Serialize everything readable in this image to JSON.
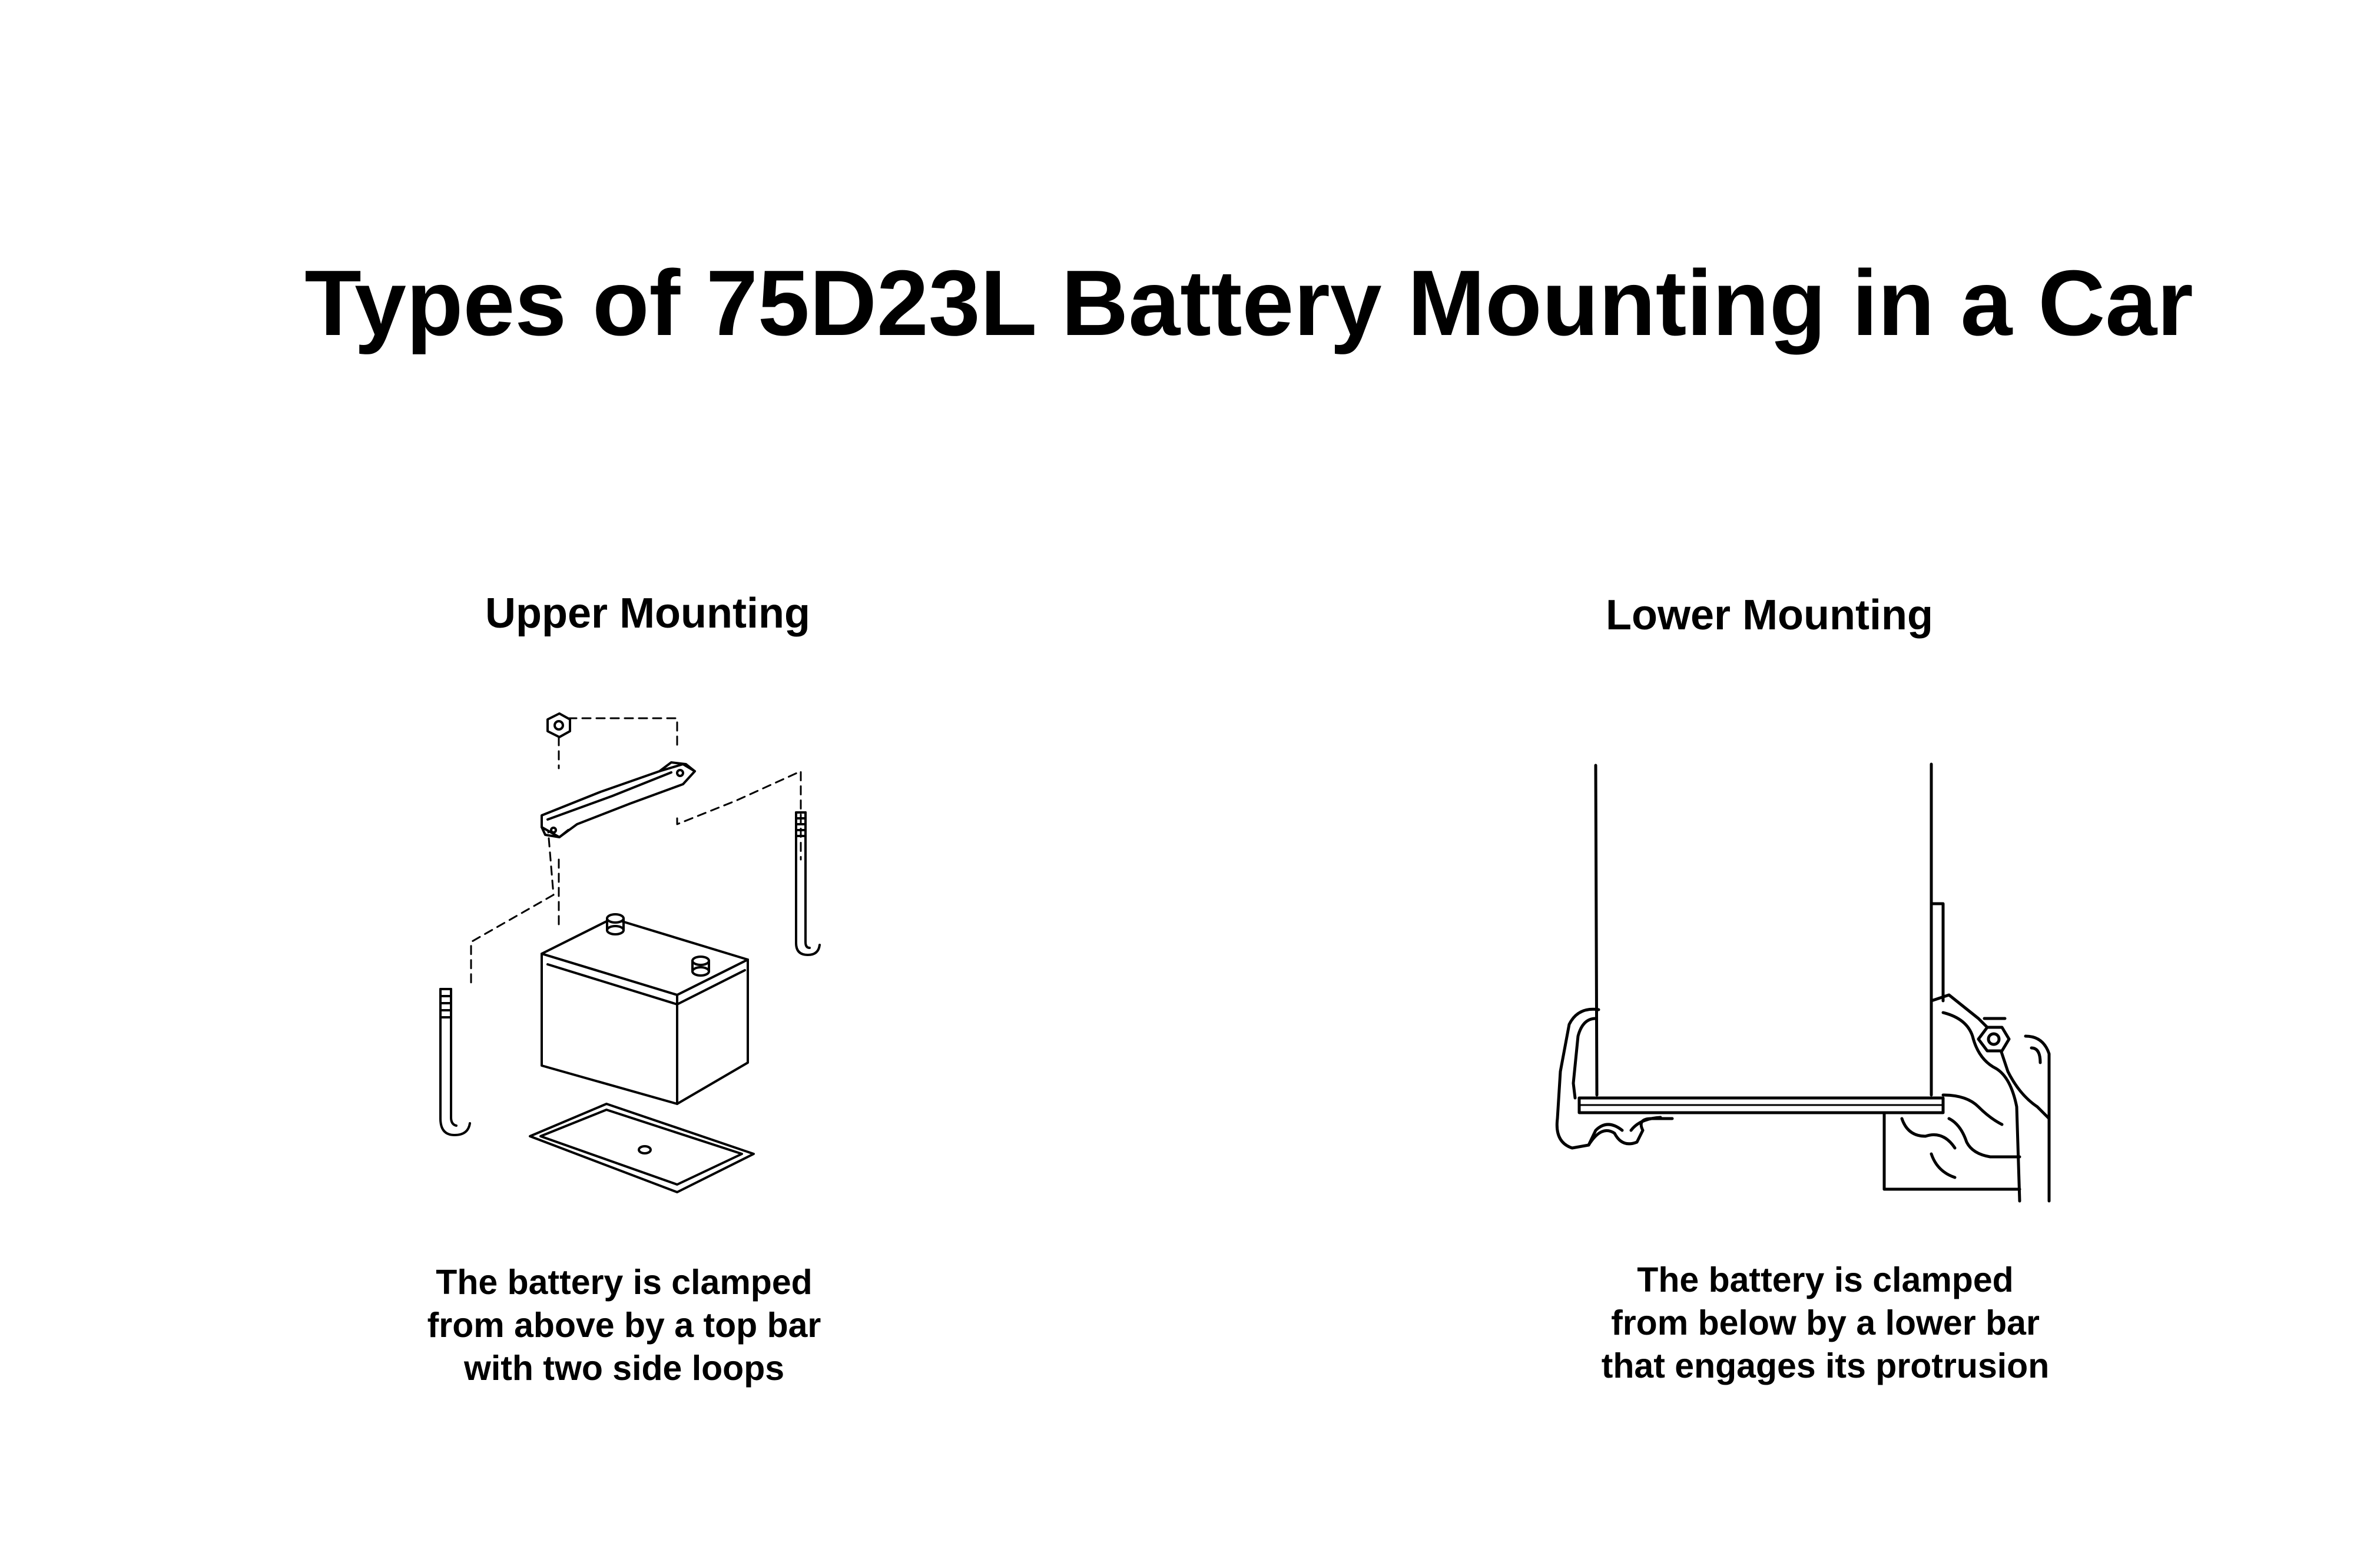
{
  "title": "Types of 75D23L Battery Mounting in a Car",
  "panels": [
    {
      "heading": "Upper Mounting",
      "caption_lines": [
        "The battery is clamped",
        "from above by a top bar",
        "with two side loops"
      ]
    },
    {
      "heading": "Lower Mounting",
      "caption_lines": [
        "The battery is clamped",
        "from below by a lower bar",
        "that engages its protrusion"
      ]
    }
  ],
  "colors": {
    "background": "#ffffff",
    "ink": "#000000"
  }
}
